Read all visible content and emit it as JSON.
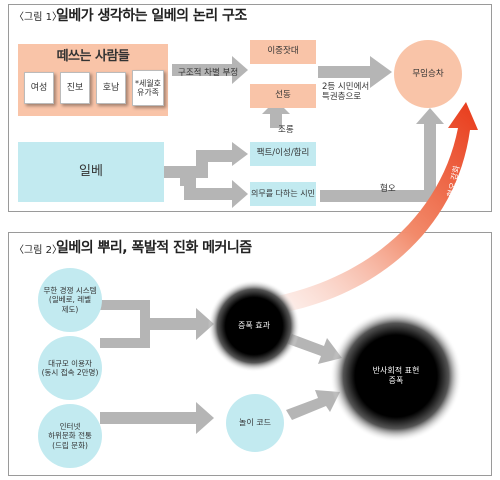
{
  "figure1": {
    "label": "〈그림 1〉",
    "title": "일베가 생각하는 일베의 논리 구조",
    "scapegoats": {
      "title": "떼쓰는 사람들",
      "items": [
        "여성",
        "진보",
        "호남",
        "*세월호\n유가족"
      ]
    },
    "structural_discrimination": "구조적 차별 부정",
    "double_standard": "이중잣대",
    "incitement": "선동",
    "manipulation": "조롱",
    "ilbe": "일베",
    "facts": "팩트/이성/합리",
    "dutiful_citizen": "의무를 다하는 시민",
    "second_class": "2등 시민에서\n특권층으로",
    "free_rider": "무임승차",
    "hatred": "혐오",
    "reinforcement": "혐오 강화"
  },
  "figure2": {
    "label": "〈그림 2〉",
    "title": "일베의 뿌리, 폭발적 진화 메커니즘",
    "causes": [
      "무한 경쟁 시스템\n(일베로, 레벨\n제도)",
      "대규모 이용자\n(동시 접속 2만명)",
      "인터넷\n하위문화 전통\n(드립 문화)"
    ],
    "amplification": "증폭 효과",
    "play_code": "놀이 코드",
    "antisocial": "반사회적 표현\n증폭"
  },
  "colors": {
    "salmon": "#f9c4a8",
    "cyan": "#c2eaf0",
    "gray_arrow": "#b5b5b5",
    "red_arrow": "#e84a2a"
  }
}
